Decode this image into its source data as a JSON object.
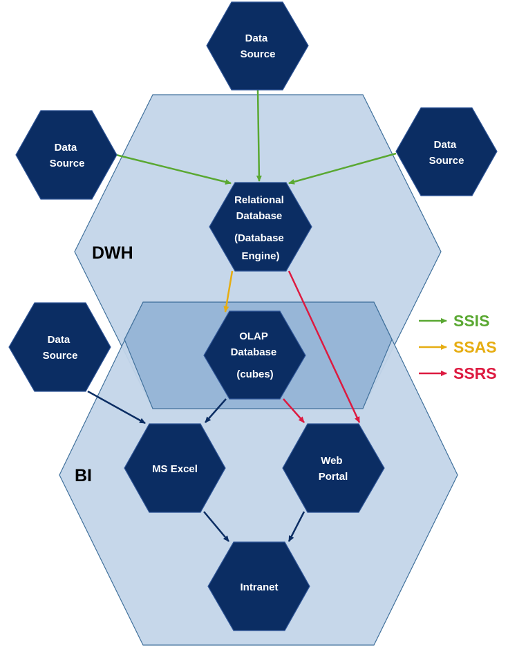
{
  "regions": {
    "dwh": {
      "label": "DWH"
    },
    "bi": {
      "label": "BI"
    }
  },
  "nodes": {
    "ds_top": {
      "lines": [
        "Data",
        "Source"
      ]
    },
    "ds_left": {
      "lines": [
        "Data",
        "Source"
      ]
    },
    "ds_right": {
      "lines": [
        "Data",
        "Source"
      ]
    },
    "ds_bottom_left": {
      "lines": [
        "Data",
        "Source"
      ]
    },
    "relational": {
      "lines": [
        "Relational",
        "Database",
        "(Database",
        "Engine)"
      ]
    },
    "olap": {
      "lines": [
        "OLAP",
        "Database",
        "(cubes)"
      ]
    },
    "excel": {
      "lines": [
        "MS Excel"
      ]
    },
    "portal": {
      "lines": [
        "Web",
        "Portal"
      ]
    },
    "intranet": {
      "lines": [
        "Intranet"
      ]
    }
  },
  "legend": [
    {
      "label": "SSIS",
      "color": "#5aa832"
    },
    {
      "label": "SSAS",
      "color": "#e6ad12"
    },
    {
      "label": "SSRS",
      "color": "#dd1a40"
    }
  ],
  "colors": {
    "ssis": "#5aa832",
    "ssas": "#e6ad12",
    "ssrs": "#dd1a40",
    "flow": "#0b2d63"
  }
}
